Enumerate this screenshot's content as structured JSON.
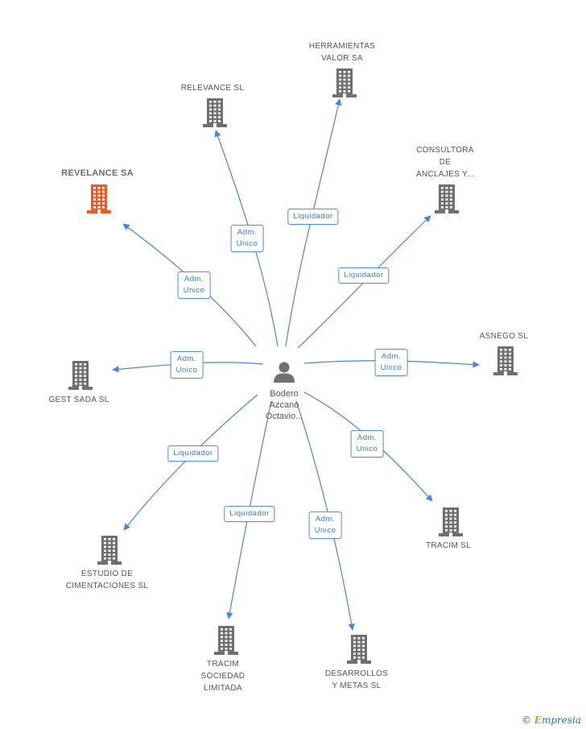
{
  "colors": {
    "edge": "#4a86d6",
    "building": "#707070",
    "building_highlight": "#ee5a24",
    "person": "#707070"
  },
  "center": {
    "name_lines": [
      "Bodero",
      "Azcano",
      "Octavio..."
    ],
    "icon": "person-icon"
  },
  "companies": [
    {
      "id": "relevance-sa",
      "lines": [
        "REVELANCE SA"
      ],
      "highlight": true,
      "icon": "building-icon"
    },
    {
      "id": "relevance-sl",
      "lines": [
        "RELEVANCE SL"
      ],
      "highlight": false,
      "icon": "building-icon"
    },
    {
      "id": "herramientas-valor-sa",
      "lines": [
        "HERRAMIENTAS",
        "VALOR SA"
      ],
      "highlight": false,
      "icon": "building-icon"
    },
    {
      "id": "consultora-anclajes",
      "lines": [
        "CONSULTORA",
        "DE",
        "ANCLAJES Y..."
      ],
      "highlight": false,
      "icon": "building-icon"
    },
    {
      "id": "asnego-sl",
      "lines": [
        "ASNEGO SL"
      ],
      "highlight": false,
      "icon": "building-icon"
    },
    {
      "id": "gest-sada-sl",
      "lines": [
        "GEST SADA SL"
      ],
      "highlight": false,
      "icon": "building-icon"
    },
    {
      "id": "tracim-sl",
      "lines": [
        "TRACIM SL"
      ],
      "highlight": false,
      "icon": "building-icon"
    },
    {
      "id": "estudio-cimentaciones",
      "lines": [
        "ESTUDIO DE",
        "CIMENTACIONES SL"
      ],
      "highlight": false,
      "icon": "building-icon"
    },
    {
      "id": "tracim-sociedad-limitada",
      "lines": [
        "TRACIM",
        "SOCIEDAD",
        "LIMITADA"
      ],
      "highlight": false,
      "icon": "building-icon"
    },
    {
      "id": "desarrollos-metas",
      "lines": [
        "DESARROLLOS",
        "Y METAS  SL"
      ],
      "highlight": false,
      "icon": "building-icon"
    }
  ],
  "relations": [
    {
      "to": "relevance-sa",
      "lines": [
        "Adm.",
        "Unico"
      ]
    },
    {
      "to": "relevance-sl",
      "lines": [
        "Adm.",
        "Unico"
      ]
    },
    {
      "to": "herramientas-valor-sa",
      "lines": [
        "Liquidador"
      ]
    },
    {
      "to": "consultora-anclajes",
      "lines": [
        "Liquidador"
      ]
    },
    {
      "to": "asnego-sl",
      "lines": [
        "Adm.",
        "Unico"
      ]
    },
    {
      "to": "gest-sada-sl",
      "lines": [
        "Adm.",
        "Unico"
      ]
    },
    {
      "to": "tracim-sl",
      "lines": [
        "Adm.",
        "Unico"
      ]
    },
    {
      "to": "estudio-cimentaciones",
      "lines": [
        "Liquidador"
      ]
    },
    {
      "to": "tracim-sociedad-limitada",
      "lines": [
        "Liquidador"
      ]
    },
    {
      "to": "desarrollos-metas",
      "lines": [
        "Adm.",
        "Unico"
      ]
    }
  ],
  "footer": {
    "copyright": "©",
    "brand_initial": "E",
    "brand_rest": "mpresia"
  }
}
